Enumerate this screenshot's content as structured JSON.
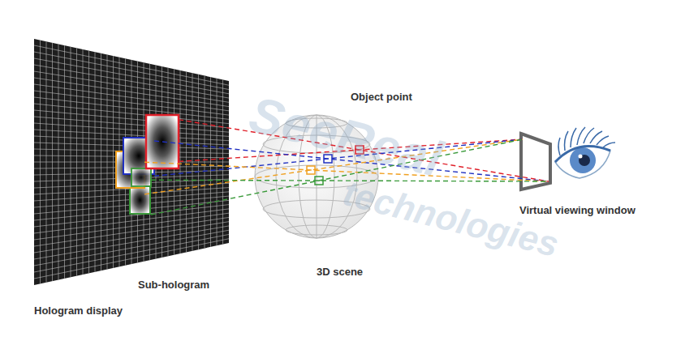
{
  "diagram": {
    "labels": [
      "SeeReal",
      "technologies",
      "Object point",
      "3D scene",
      "Sub-hologram",
      "Hologram display",
      "Virtual viewing window"
    ]
  }
}
